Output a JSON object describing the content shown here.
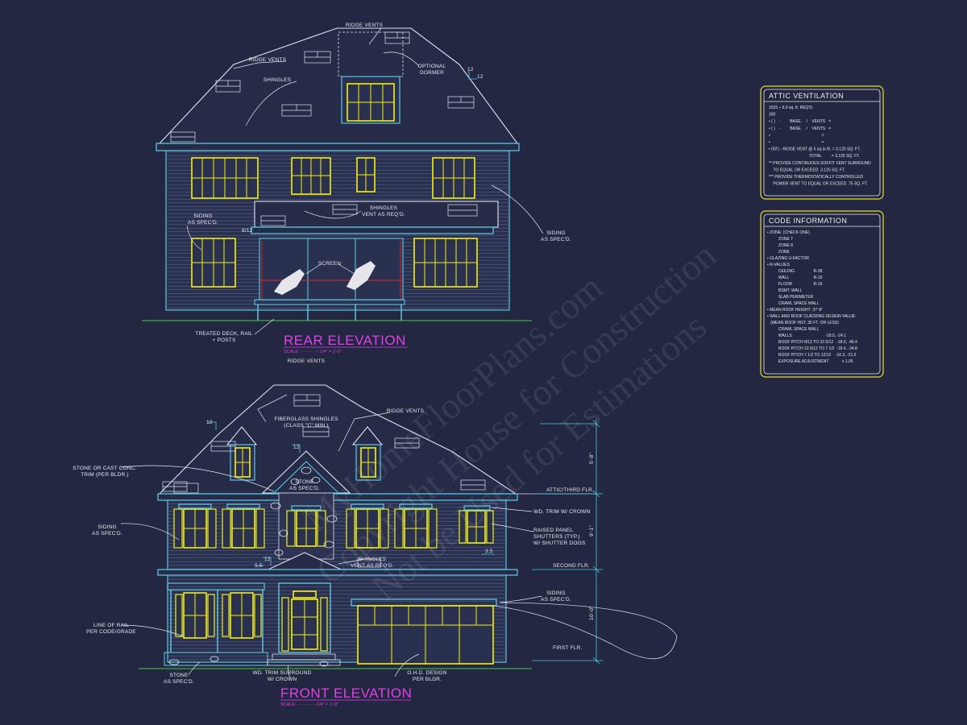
{
  "rear": {
    "title": "REAR ELEVATION",
    "scale": "SCALE: ·············1/4\" = 1'-0\"",
    "labels": {
      "ridge_vents_top": "RIDGE VENTS",
      "ridge_vents_left": "RIDGE VENTS",
      "shingles": "SHINGLES",
      "optional": "OPTIONAL",
      "dormer": "DORMER",
      "pitch_a": "12",
      "pitch_b": "12",
      "siding_1": "SIDING",
      "siding_2": "AS SPEC'D.",
      "shingles_vent_1": "SHINGLES",
      "shingles_vent_2": "VENT AS REQ'D.",
      "siding_r1": "SIDING",
      "siding_r2": "AS SPEC'D.",
      "pitch_side": "8/12",
      "screen": "SCREEN",
      "deck_1": "TREATED DECK, RAIL",
      "deck_2": "+ POSTS"
    }
  },
  "front": {
    "title": "FRONT ELEVATION",
    "scale": "SCALE: ·············1/4\" = 1'-0\"",
    "labels": {
      "ridge_vents_top": "RIDGE VENTS",
      "ridge_vents_right": "RIDGE VENTS",
      "fiberglass_1": "FIBERGLASS SHINGLES",
      "fiberglass_2": "(CLASS \"C\" MIN.)",
      "pitch_a": "12",
      "pitch_b": "12",
      "pitch_c": "12",
      "stone_trim_1": "STONE OR CAST CONC.",
      "stone_trim_2": "TRIM (PER BLDR.)",
      "stone_1": "STONE",
      "stone_2": "AS SPEC'D.",
      "siding_1": "SIDING",
      "siding_2": "AS SPEC'D.",
      "wd_trim": "WD. TRIM W/ CROWN",
      "shutters_1": "RAISED PANEL",
      "shutters_2": "SHUTTERS (TYP.)",
      "shutters_3": "W/ SHUTTER DOGS",
      "dim_35": "3.5",
      "dim_55": "5.5",
      "shingles_vent_1": "SHINGLES",
      "shingles_vent_2": "VENT AS REQ'D.",
      "siding_r1": "SIDING",
      "siding_r2": "AS SPEC'D.",
      "rail_1": "LINE OF RAIL",
      "rail_2": "PER CODE/GRADE",
      "stone_b1": "STONE",
      "stone_b2": "AS SPEC'D.",
      "door_trim_1": "WD. TRIM SURROUND",
      "door_trim_2": "W/ CROWN",
      "ohd_1": "O.H.D. DESIGN",
      "ohd_2": "PER BLDR.",
      "attic_flr": "ATTIC/THIRD FLR.",
      "second_flr": "SECOND FLR.",
      "first_flr": "FIRST FLR.",
      "dim_top": "5'-8\"",
      "dim_mid": "9'-1\"",
      "dim_low": "10'-0\""
    }
  },
  "attic": {
    "title": "ATTIC VENTILATION",
    "lines": [
      "1525 ÷ 6.0 sq. ft. REQ'D.",
      "300",
      "• ( )    -        BASE.    /    VENTS   =",
      "• ( )    -        BASE.    /    VENTS   =",
      "•                                              =",
      "•                                              =",
      "• (50') - RIDGE VENT @ 5 sq.in./ft. = 3.125 SQ. FT.",
      "                                    TOTAL         = 3.125 SQ. FT.",
      "** PROVIDE CONTINUOUS SOFFIT VENT SURROUND",
      "    TO EQUAL OR EXCEED  3.125 SQ. FT.",
      "*** PROVIDE THERMOSTATICALLY CONTROLLED",
      "    POWER VENT TO EQUAL OR EXCEED .75 SQ. FT."
    ]
  },
  "code": {
    "title": "CODE INFORMATION",
    "lines": [
      "• ZONE: (CHECK ONE)",
      "          ZONE 7",
      "          ZONE 8",
      "          ZONE",
      "• GLAZING U-FACTOR",
      "• R-VALUES",
      "          CEILING                 R-38",
      "          WALL                      R-15",
      "          FLOOR                   R-19",
      "          BSMT. WALL",
      "          SLAB PERIMETER",
      "          CRAWL SPACE WALL",
      "• MEAN ROOF HEIGHT  37'-8\"",
      "• WALL AND ROOF CLADDING DESIGN VALUE:",
      "   (MEAN ROOF HGT. 30 FT. OR LESS)",
      "          CRAWL SPACE WALL",
      "          WALLS                              -18.0, -24.1",
      "          ROOF PITCH 8/12 TO 22.5/12   -18.0, -45.4",
      "          ROOF PITCH 22.5/12 TO 7 1/2  -18.4, -34.8",
      "          ROOF PITCH 7 1/2 TO 12/12    -16.3, -21.0",
      "          EXPOSURE ADJUSTMENT            x 1.05"
    ]
  },
  "watermark": {
    "line1": "MyHomeFloorPlans.com",
    "line2": "Copyright House for Construction",
    "line3": "Not be Used for Estimations"
  },
  "colors": {
    "background": "#232741",
    "window": "#f5f010",
    "trim": "#5fd0e8",
    "title": "#e040e8",
    "grade": "#3cd03c"
  }
}
